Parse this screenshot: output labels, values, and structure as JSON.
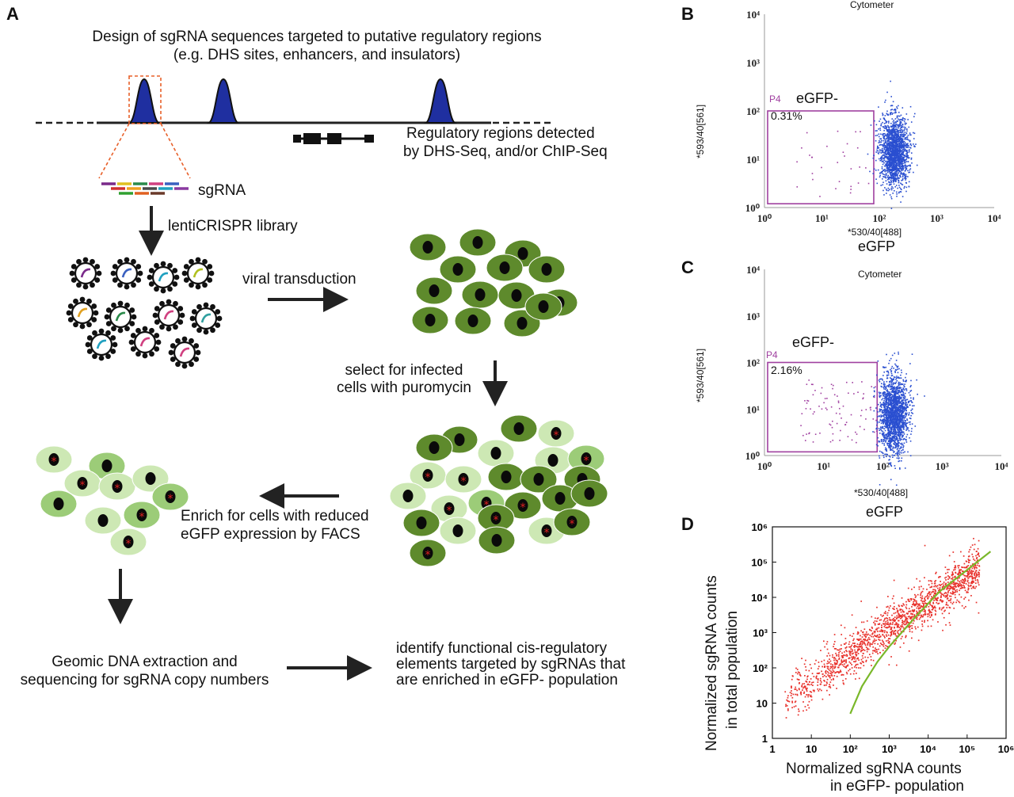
{
  "panel_a": {
    "label": "A",
    "design_line1": "Design of sgRNA sequences targeted to putative regulatory regions",
    "design_line2": "(e.g. DHS sites, enhancers, and insulators)",
    "regions_line1": "Regulatory regions detected",
    "regions_line2": "by DHS-Seq, and/or ChIP-Seq",
    "sgrna": "sgRNA",
    "library": "lentiCRISPR library",
    "viral": "viral transduction",
    "select_line1": "select for infected",
    "select_line2": "cells with puromycin",
    "enrich_line1": "Enrich for cells with reduced",
    "enrich_line2": "eGFP expression by FACS",
    "geomic_line1": "Geomic DNA extraction and",
    "geomic_line2": "sequencing for sgRNA copy numbers",
    "identify_line1": "identify functional cis-regulatory",
    "identify_line2": "elements targeted by sgRNAs that",
    "identify_line3": "are enriched in eGFP- population",
    "colors": {
      "peak": "#1f2fa0",
      "cell_dark": "#5e8a2c",
      "cell_light": "#cde8b4",
      "cell_mid": "#9ccc78",
      "gate": "#a040a0"
    }
  },
  "panel_b": {
    "label": "B",
    "title": "Cytometer",
    "ylabel": "*593/40[561]",
    "xlabel": "*530/40[488]",
    "xsub": "eGFP",
    "gate_name": "P4",
    "gate_label": "eGFP-",
    "gate_pct": "0.31%"
  },
  "panel_c": {
    "label": "C",
    "title": "Cytometer",
    "ylabel": "*593/40[561]",
    "xlabel": "*530/40[488]",
    "xsub": "eGFP",
    "gate_name": "P4",
    "gate_label": "eGFP-",
    "gate_pct": "2.16%"
  },
  "panel_d": {
    "label": "D",
    "ylabel_line1": "Normalized sgRNA counts",
    "ylabel_line2": "in total population",
    "xlabel_line1": "Normalized sgRNA counts",
    "xlabel_line2": "in eGFP- population",
    "x_ticks": [
      "1",
      "10",
      "10²",
      "10³",
      "10⁴",
      "10⁵",
      "10⁶"
    ],
    "y_ticks": [
      "1",
      "10",
      "10²",
      "10³",
      "10⁴",
      "10⁵",
      "10⁶"
    ]
  },
  "chart_data": [
    {
      "type": "scatter",
      "title": "Cytometer",
      "xlabel": "*530/40[488]",
      "ylabel": "*593/40[561]",
      "x_scale": "log",
      "y_scale": "log",
      "xlim": [
        1,
        10000
      ],
      "ylim": [
        1,
        10000
      ],
      "x_ticks": [
        "10⁰",
        "10¹",
        "10²",
        "10³",
        "10⁴"
      ],
      "y_ticks": [
        "10⁰",
        "10¹",
        "10²",
        "10³",
        "10⁴"
      ],
      "gate": {
        "name": "P4",
        "label": "eGFP-",
        "percent": 0.31,
        "x_range": [
          1,
          80
        ],
        "y_range": [
          1.2,
          100
        ]
      },
      "population_center": [
        180,
        15
      ]
    },
    {
      "type": "scatter",
      "title": "Cytometer",
      "xlabel": "*530/40[488]",
      "ylabel": "*593/40[561]",
      "x_scale": "log",
      "y_scale": "log",
      "xlim": [
        1,
        10000
      ],
      "ylim": [
        1,
        10000
      ],
      "x_ticks": [
        "10⁰",
        "10¹",
        "10²",
        "10³",
        "10⁴"
      ],
      "y_ticks": [
        "10⁰",
        "10¹",
        "10²",
        "10³",
        "10⁴"
      ],
      "gate": {
        "name": "P4",
        "label": "eGFP-",
        "percent": 2.16,
        "x_range": [
          1,
          80
        ],
        "y_range": [
          1.2,
          100
        ]
      },
      "population_center": [
        150,
        8
      ]
    },
    {
      "type": "scatter",
      "xlabel": "Normalized sgRNA counts in eGFP- population",
      "ylabel": "Normalized sgRNA counts in total population",
      "x_scale": "log",
      "y_scale": "log",
      "xlim": [
        1,
        1000000
      ],
      "ylim": [
        1,
        1000000
      ],
      "point_color": "#e8302a",
      "trend_color": "#7ab82a",
      "trend_points": [
        [
          100,
          5
        ],
        [
          200,
          30
        ],
        [
          500,
          150
        ],
        [
          1000,
          400
        ],
        [
          5000,
          3000
        ],
        [
          20000,
          15000
        ],
        [
          100000,
          60000
        ],
        [
          400000,
          200000
        ]
      ]
    }
  ]
}
